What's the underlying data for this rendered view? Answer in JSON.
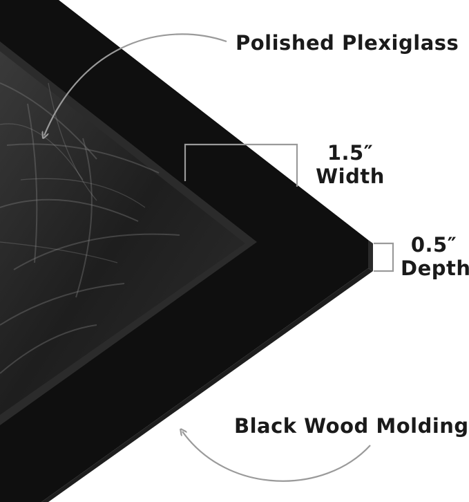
{
  "callouts": {
    "plexiglass": "Polished Plexiglass",
    "width_value": "1.5″",
    "width_label": "Width",
    "depth_value": "0.5″",
    "depth_label": "Depth",
    "molding": "Black Wood Molding"
  },
  "colors": {
    "frame": "#0f0f0f",
    "frame_edge": "#1c1c1c",
    "artwork": "#262626",
    "arrow": "#9a9a9a",
    "text": "#1a1a1a",
    "background": "#ffffff"
  }
}
